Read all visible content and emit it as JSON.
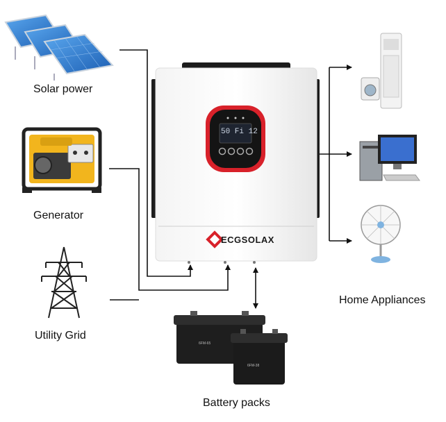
{
  "sources": {
    "solar": "Solar power",
    "generator": "Generator",
    "grid": "Utility Grid"
  },
  "loads": {
    "label": "Home Appliances"
  },
  "storage": {
    "label": "Battery packs",
    "battery_model_1": "6FM-65",
    "battery_model_2": "6FM-38"
  },
  "inverter": {
    "brand": "ECGSOLAX",
    "display_text": "50 Fi 12"
  },
  "colors": {
    "accent": "#d8212a",
    "line": "#111111",
    "panel_blue": "#2f7fd6",
    "generator_yellow": "#f2b51d"
  },
  "icons": {
    "solar": "solar-panel-icon",
    "generator": "generator-icon",
    "grid": "transmission-tower-icon",
    "ac": "air-conditioner-icon",
    "pc": "desktop-computer-icon",
    "fan": "electric-fan-icon",
    "battery": "battery-icon"
  }
}
